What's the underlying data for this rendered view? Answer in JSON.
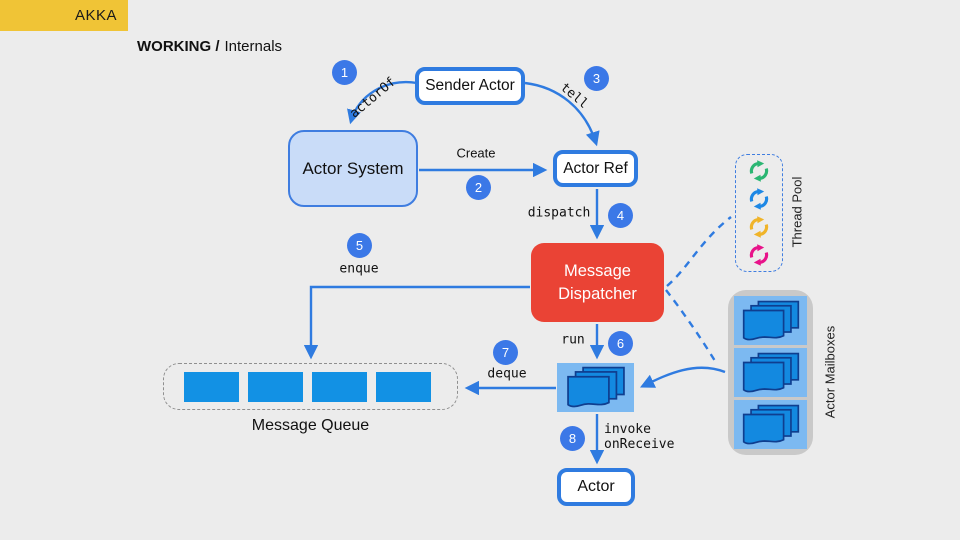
{
  "header": {
    "brand": "AKKA",
    "title_bold": "WORKING /",
    "title_regular": "Internals"
  },
  "colors": {
    "background": "#ECECEC",
    "accent_blue": "#2F7BE0",
    "badge_blue": "#3B78E7",
    "actor_system_fill": "#C9DCF8",
    "dispatcher_red": "#EA4335",
    "brand_yellow": "#F0C436",
    "mailbox_light_blue": "#7CB9F1",
    "document_blue": "#1389E0",
    "queue_item_blue": "#1291E4",
    "mailbox_container_gray": "#C9C9C9"
  },
  "nodes": {
    "sender_actor": "Sender Actor",
    "actor_system": "Actor System",
    "actor_ref": "Actor Ref",
    "dispatcher_line1": "Message",
    "dispatcher_line2": "Dispatcher",
    "actor": "Actor",
    "message_queue": "Message Queue",
    "actor_mailboxes": "Actor Mailboxes",
    "thread_pool": "Thread Pool"
  },
  "steps": [
    {
      "num": "1",
      "label": "actorOf"
    },
    {
      "num": "2",
      "label": "Create"
    },
    {
      "num": "3",
      "label": "tell"
    },
    {
      "num": "4",
      "label": "dispatch"
    },
    {
      "num": "5",
      "label": "enque"
    },
    {
      "num": "6",
      "label": "run"
    },
    {
      "num": "7",
      "label": "deque"
    },
    {
      "num": "8",
      "label_line1": "invoke",
      "label_line2": "onReceive"
    }
  ],
  "thread_pool": {
    "thread_count": 4,
    "thread_colors": [
      "#2BB673",
      "#1E88E5",
      "#F0B429",
      "#E8138A"
    ]
  },
  "message_queue": {
    "item_count": 4
  },
  "actor_mailboxes": {
    "mailbox_count": 3
  }
}
